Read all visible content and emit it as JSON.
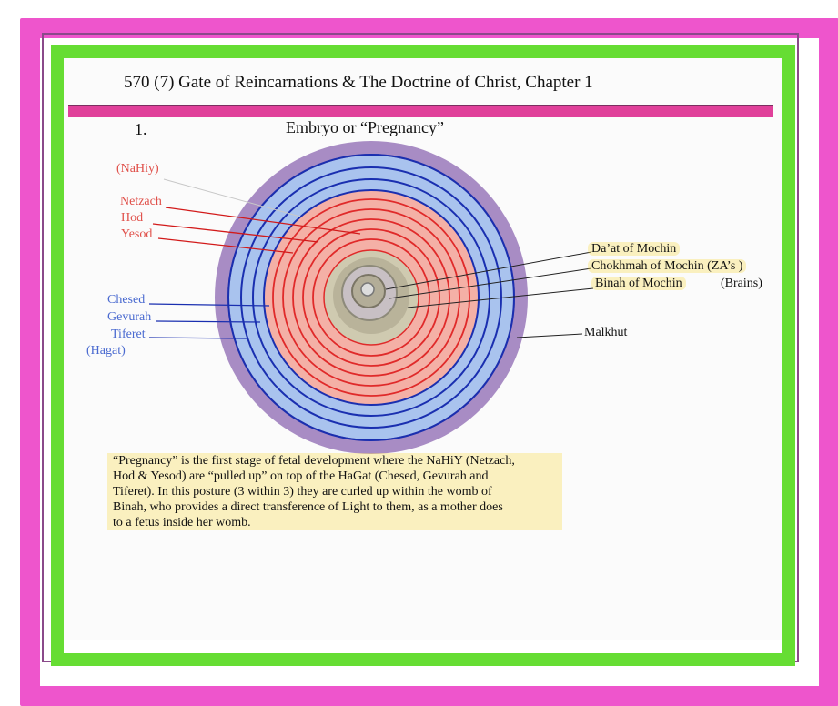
{
  "header": {
    "title": "570 (7)   Gate of Reincarnations & The Doctrine of Christ, Chapter 1"
  },
  "section": {
    "number": "1.",
    "title": "Embryo or “Pregnancy”"
  },
  "labels": {
    "nahiy": "(NaHiy)",
    "netzach": "Netzach",
    "hod": "Hod",
    "yesod": "Yesod",
    "chesed": "Chesed",
    "gevurah": "Gevurah",
    "tiferet": "Tiferet",
    "hagat": "(Hagat)",
    "daat": "Da’at of Mochin",
    "chokhmah": "Chokhmah  of  Mochin (ZA’s  )",
    "binah": "Binah of Mochin",
    "brains": "(Brains)",
    "malkhut": "Malkhut"
  },
  "caption": {
    "lines": [
      "“Pregnancy” is the first stage of fetal development where the NaHiY (Netzach,",
      " Hod  & Yesod)  are “pulled up” on top of the HaGat (Chesed, Gevurah and",
      "Tiferet). In this posture (3 within 3) they are curled up within the womb of",
      "Binah, who provides a direct transference of Light to them, as a mother does",
      "to a fetus inside her womb."
    ]
  },
  "colors": {
    "outer_frame": "#ee55cc",
    "inner_frame": "#66dd33",
    "malkhut_ring": "#9a78b8",
    "blue_ring": "#a9c3ee",
    "blue_line": "#1a2fb0",
    "red_ring": "#f4aaa0",
    "red_line": "#e02a2a",
    "mochin_core": "#c8c2a8",
    "pointer_line": "#222222"
  }
}
